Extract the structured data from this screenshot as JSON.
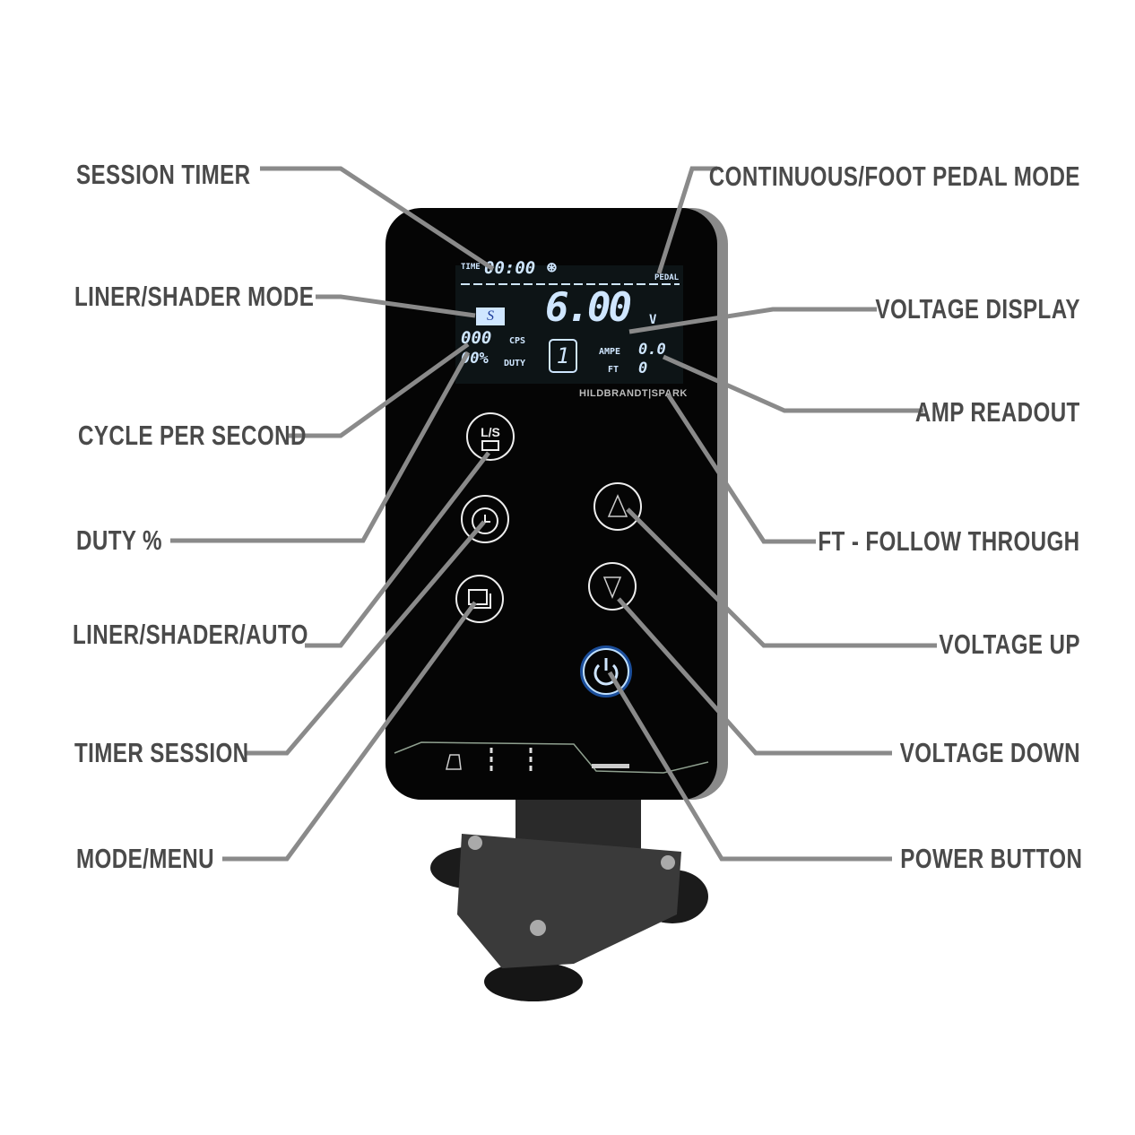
{
  "labels": {
    "session_timer": "SESSION TIMER",
    "liner_shader_mode": "LINER/SHADER MODE",
    "cycle_per_second": "CYCLE PER SECOND",
    "duty": "DUTY %",
    "liner_shader_auto": "LINER/SHADER/AUTO",
    "timer_session": "TIMER SESSION",
    "mode_menu": "MODE/MENU",
    "continuous_foot_pedal": "CONTINUOUS/FOOT PEDAL MODE",
    "voltage_display": "VOLTAGE DISPLAY",
    "amp_readout": "AMP READOUT",
    "ft_follow_through": "FT - FOLLOW THROUGH",
    "voltage_up": "VOLTAGE UP",
    "voltage_down": "VOLTAGE DOWN",
    "power_button": "POWER BUTTON"
  },
  "screen": {
    "time_label": "TIME",
    "time_value": "00:00",
    "pedal_label": "PEDAL",
    "mode_value": "S",
    "voltage": "6.00",
    "voltage_unit": "V",
    "cps_value": "000",
    "cps_label": "CPS",
    "duty_value": "00%",
    "duty_label": "DUTY",
    "channel": "1",
    "amp_label": "AMPE",
    "amp_value": "0.0",
    "ft_label": "FT",
    "ft_value": "0"
  },
  "device": {
    "brand": "HILDBRANDT|SPARK",
    "ls_button": "L/S"
  },
  "colors": {
    "label": "#4a4a4a",
    "leader": "#8a8a8a",
    "lcd": "#cfe6ff",
    "power_glow": "#2a7fff"
  }
}
